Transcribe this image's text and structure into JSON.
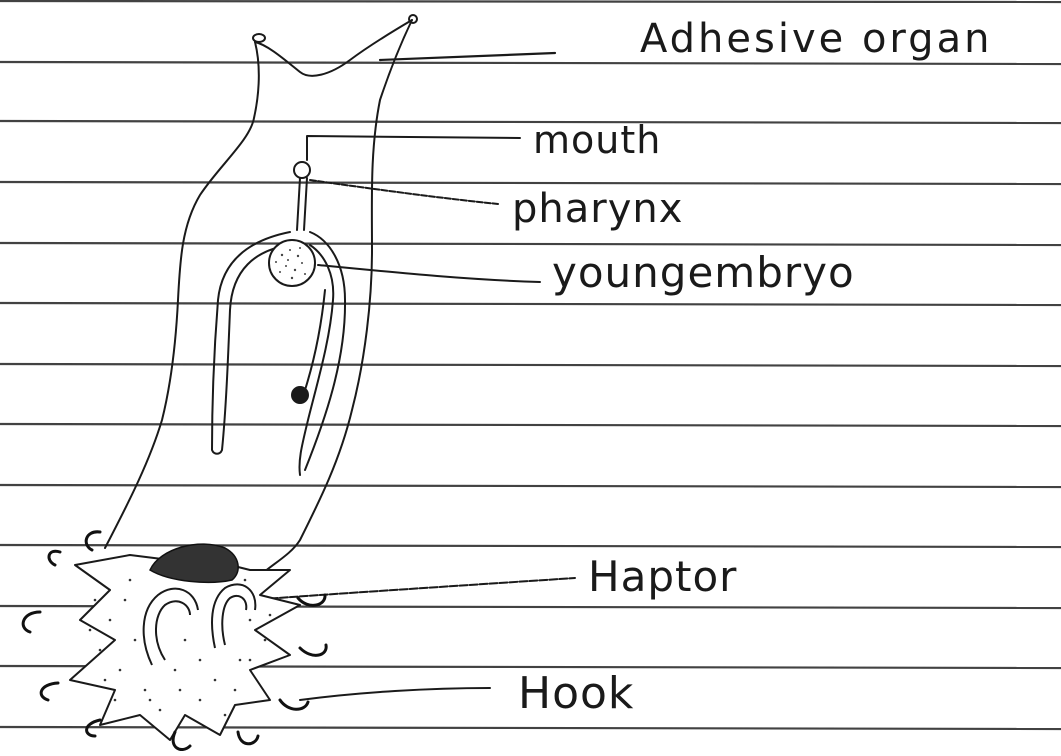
{
  "labels": {
    "adhesive_organ": "Adhesive organ",
    "mouth": "mouth",
    "pharynx": "pharynx",
    "young_embryo": "youngembryo",
    "haptor": "Haptor",
    "hook": "Hook"
  },
  "colors": {
    "paper": "#ffffff",
    "ruled_line": "#222222",
    "ink": "#1a1a1a",
    "stipple": "#333333"
  }
}
